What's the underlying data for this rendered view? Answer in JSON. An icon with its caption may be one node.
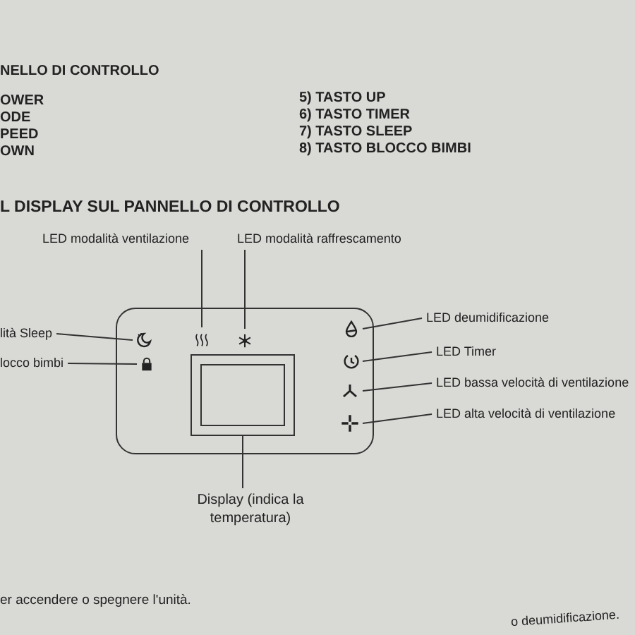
{
  "diagram": {
    "nodes": [
      {
        "text": [],
        "shape": "box"
      },
      {
        "text": [
          "LED modalità ventilazione"
        ]
      },
      {
        "text": [
          "LED modalità raffrescamento"
        ]
      },
      {
        "text": [
          "lità Sleep"
        ]
      },
      {
        "text": [
          "locco bimbi"
        ]
      },
      {
        "text": [
          "LED deumidificazione"
        ]
      },
      {
        "text": [
          "LED Timer"
        ]
      },
      {
        "text": [
          "LED bassa velocità di ventilazione"
        ]
      },
      {
        "text": [
          "LED alta velocità di ventilazione"
        ]
      },
      {
        "text": [
          "Display (indica la temperatura)"
        ]
      },
      {
        "text": [],
        "shape": "moon",
        "in": 0
      },
      {
        "text": [],
        "shape": "lock",
        "in": 0
      },
      {
        "text": [],
        "shape": "waves",
        "in": 0
      },
      {
        "text": [],
        "shape": "snowflake",
        "in": 0
      },
      {
        "text": [],
        "shape": "drop",
        "in": 0
      },
      {
        "text": [],
        "shape": "clock",
        "in": 0
      },
      {
        "text": [],
        "shape": "fan",
        "in": 0
      },
      {
        "text": [],
        "shape": "fan",
        "in": 0
      },
      {
        "text": [],
        "shape": "screen",
        "in": 0
      }
    ],
    "edges": [
      {
        "from": 1,
        "to": 12,
        "arrow": "none"
      },
      {
        "from": 2,
        "to": 13,
        "arrow": "none"
      },
      {
        "from": 3,
        "to": 10,
        "arrow": "none"
      },
      {
        "from": 4,
        "to": 11,
        "arrow": "none"
      },
      {
        "from": 5,
        "to": 14,
        "arrow": "none"
      },
      {
        "from": 6,
        "to": 15,
        "arrow": "none"
      },
      {
        "from": 7,
        "to": 16,
        "arrow": "none"
      },
      {
        "from": 8,
        "to": 17,
        "arrow": "none"
      },
      {
        "from": 9,
        "to": 18,
        "arrow": "none"
      }
    ],
    "labels": [
      "NELLO DI CONTROLLO",
      "OWER",
      "ODE",
      "PEED",
      "OWN",
      "5) TASTO UP",
      "6) TASTO TIMER",
      "7) TASTO SLEEP",
      "8) TASTO BLOCCO BIMBI",
      "L DISPLAY SUL PANNELLO DI CONTROLLO",
      "er accendere o spegnere l'unità.",
      "o deumidificazione."
    ]
  }
}
